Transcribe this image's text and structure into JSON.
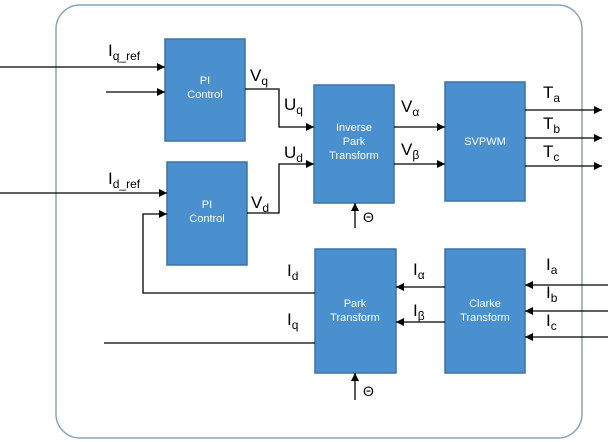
{
  "blocks": {
    "pi_q": [
      "PI",
      "Control"
    ],
    "pi_d": [
      "PI",
      "Control"
    ],
    "inverse_park": [
      "Inverse",
      "Park",
      "Transform"
    ],
    "svpwm": [
      "SVPWM"
    ],
    "park": [
      "Park",
      "Transform"
    ],
    "clarke": [
      "Clarke",
      "Transform"
    ]
  },
  "signals": {
    "iq_ref": {
      "main": "I",
      "sub": "q_ref"
    },
    "id_ref": {
      "main": "I",
      "sub": "d_ref"
    },
    "vq": {
      "main": "V",
      "sub": "q"
    },
    "vd": {
      "main": "V",
      "sub": "d"
    },
    "uq": {
      "main": "U",
      "sub": "q"
    },
    "ud": {
      "main": "U",
      "sub": "d"
    },
    "valpha": {
      "main": "V",
      "sub": "α"
    },
    "vbeta": {
      "main": "V",
      "sub": "β"
    },
    "ta": {
      "main": "T",
      "sub": "a"
    },
    "tb": {
      "main": "T",
      "sub": "b"
    },
    "tc": {
      "main": "T",
      "sub": "c"
    },
    "id": {
      "main": "I",
      "sub": "d"
    },
    "iq": {
      "main": "I",
      "sub": "q"
    },
    "ialpha": {
      "main": "I",
      "sub": "α"
    },
    "ibeta": {
      "main": "I",
      "sub": "β"
    },
    "ia": {
      "main": "I",
      "sub": "a"
    },
    "ib": {
      "main": "I",
      "sub": "b"
    },
    "ic": {
      "main": "I",
      "sub": "c"
    }
  },
  "theta": {
    "inverse_park": "Θ",
    "park": "Θ"
  }
}
